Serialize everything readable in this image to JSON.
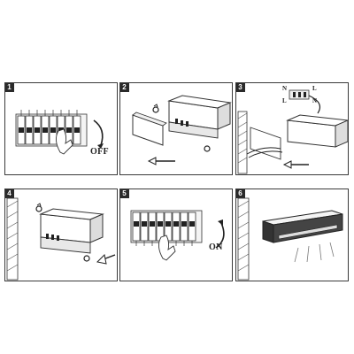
{
  "steps": [
    {
      "number": "1",
      "label": "OFF"
    },
    {
      "number": "2",
      "label": ""
    },
    {
      "number": "3",
      "label": ""
    },
    {
      "number": "4",
      "label": ""
    },
    {
      "number": "5",
      "label": "ON"
    },
    {
      "number": "6",
      "label": ""
    }
  ],
  "wiring_labels": {
    "live": "L",
    "neutral": "N",
    "live2": "L",
    "neutral2": "N"
  }
}
